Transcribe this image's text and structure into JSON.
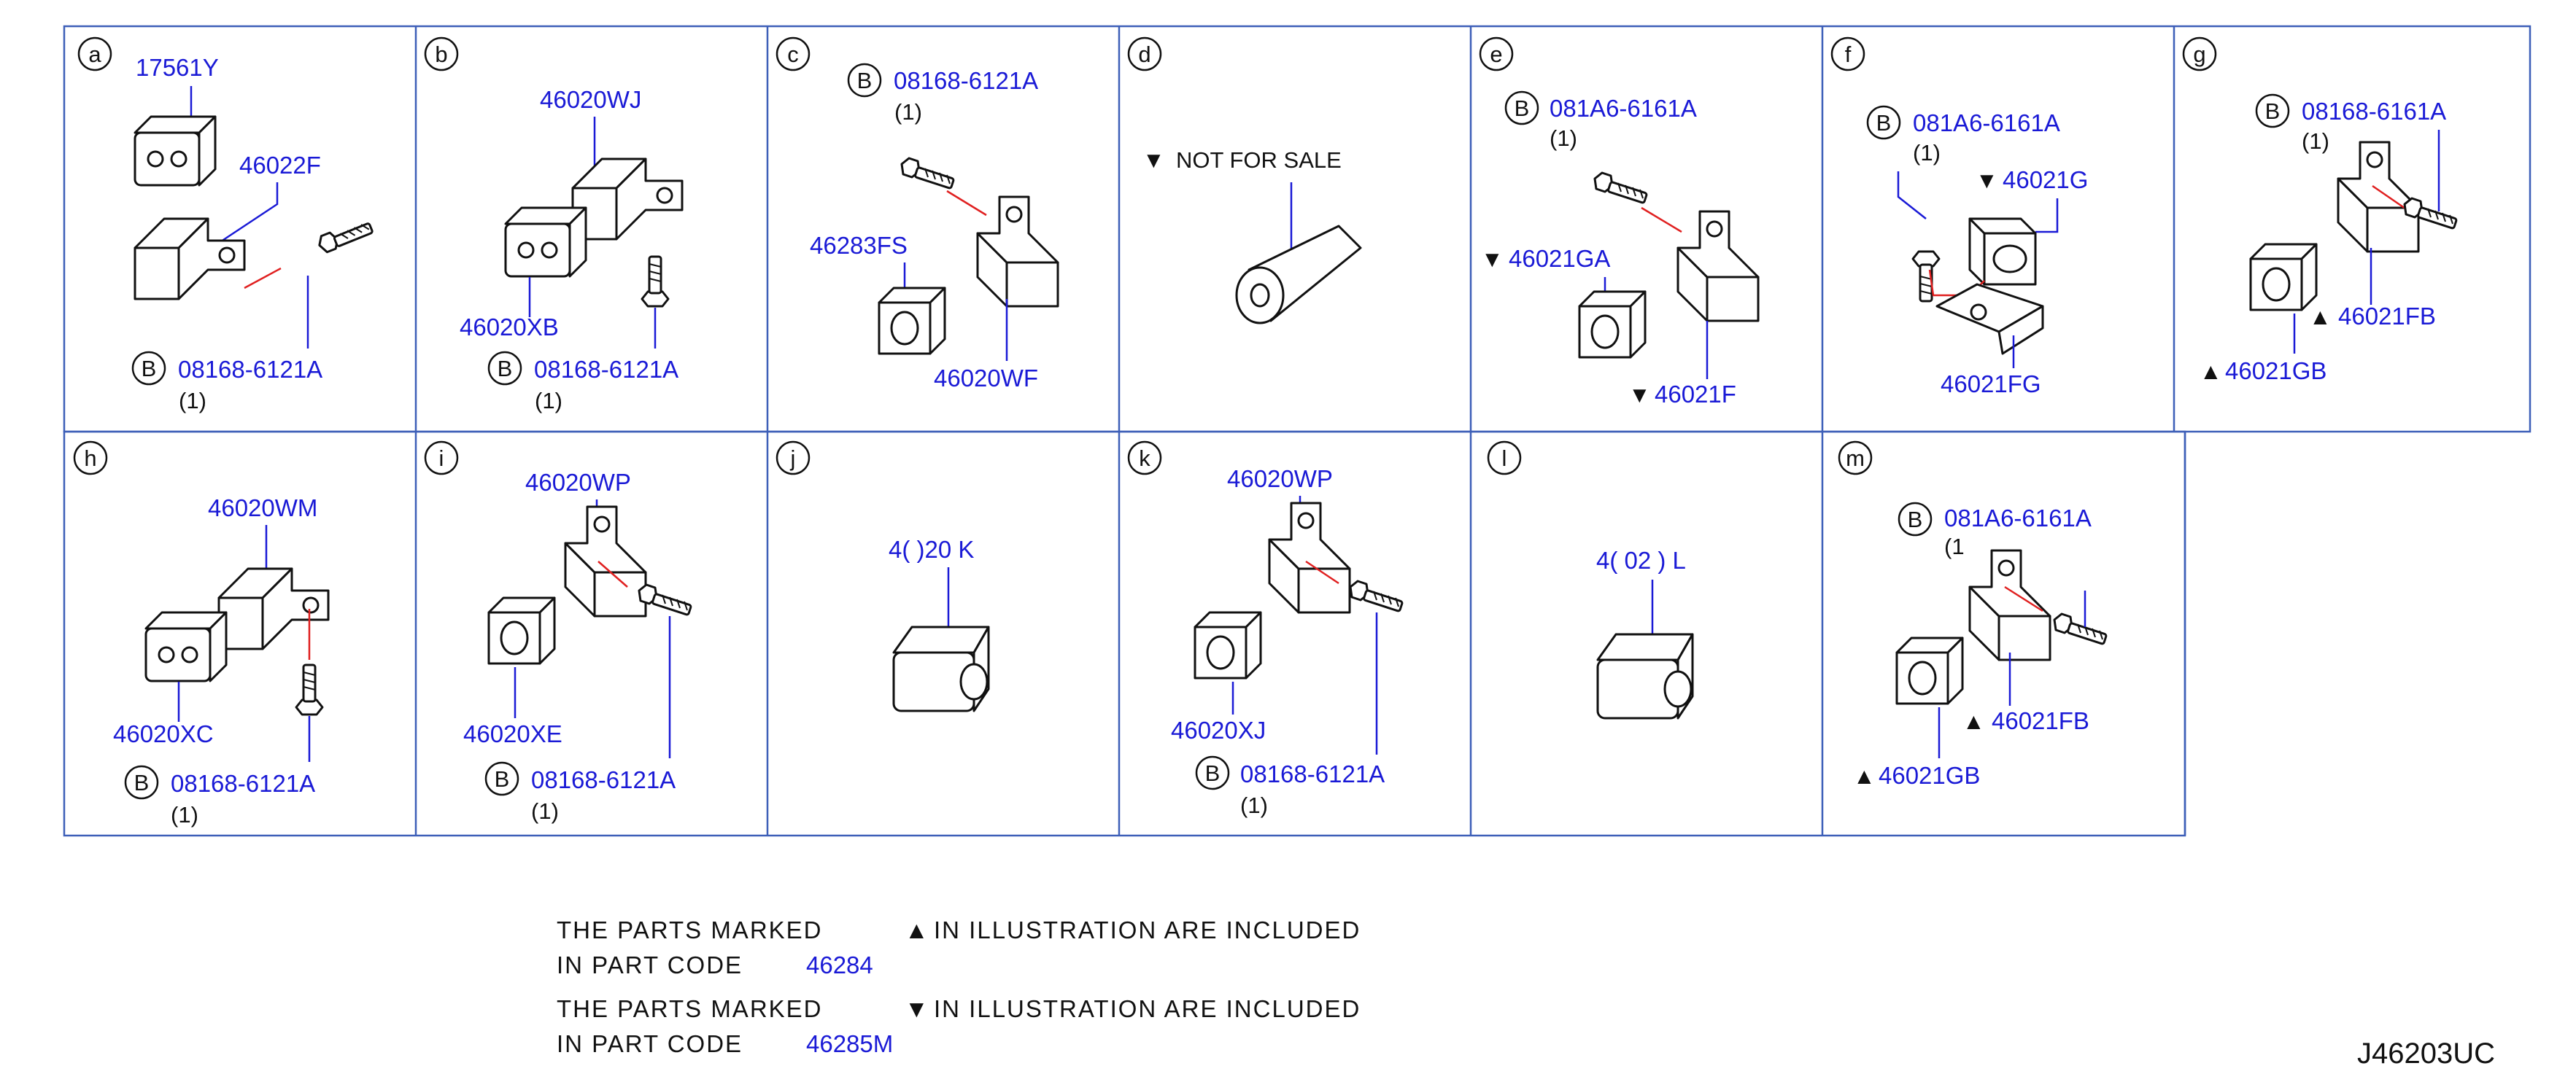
{
  "diagram_code": "J46203UC",
  "panels": [
    {
      "letter": "a",
      "labels": [
        "17561Y",
        "46022F",
        "08168-6121A"
      ],
      "qty": "(1)"
    },
    {
      "letter": "b",
      "labels": [
        "46020WJ",
        "46020XB",
        "08168-6121A"
      ],
      "qty": "(1)"
    },
    {
      "letter": "c",
      "labels": [
        "08168-6121A",
        "46283FS",
        "46020WF"
      ],
      "qty": "(1)"
    },
    {
      "letter": "d",
      "labels": [
        "NOT   FOR   SALE"
      ]
    },
    {
      "letter": "e",
      "labels": [
        "081A6-6161A",
        "46021GA",
        "46021F"
      ],
      "qty": "(1)"
    },
    {
      "letter": "f",
      "labels": [
        "081A6-6161A",
        "46021G",
        "46021FG"
      ],
      "qty": "(1)"
    },
    {
      "letter": "g",
      "labels": [
        "08168-6161A",
        "46021FB",
        "46021GB"
      ],
      "qty": "(1)"
    },
    {
      "letter": "h",
      "labels": [
        "46020WM",
        "46020XC",
        "08168-6121A"
      ],
      "qty": "(1)"
    },
    {
      "letter": "i",
      "labels": [
        "46020WP",
        "46020XE",
        "08168-6121A"
      ],
      "qty": "(1)"
    },
    {
      "letter": "j",
      "labels": [
        "4( )20 K"
      ]
    },
    {
      "letter": "k",
      "labels": [
        "46020WP",
        "46020XJ",
        "08168-6121A"
      ],
      "qty": "(1)"
    },
    {
      "letter": "l",
      "labels": [
        "4( 02 ) L"
      ]
    },
    {
      "letter": "m",
      "labels": [
        "081A6-6161A",
        "46021FB",
        "46021GB"
      ],
      "qty": "(1"
    }
  ],
  "bolt_marker": "B",
  "symbols": {
    "up": "▲",
    "down": "▼"
  },
  "notes": [
    {
      "line1_a": "THE   PARTS   MARKED",
      "line1_b": "IN   ILLUSTRATION   ARE   INCLUDED",
      "line2": "IN   PART   CODE",
      "code": "46284"
    },
    {
      "line1_a": "THE   PARTS   MARKED",
      "line1_b": "IN   ILLUSTRATION   ARE   INCLUDED",
      "line2": "IN   PART   CODE",
      "code": "46285M"
    }
  ]
}
